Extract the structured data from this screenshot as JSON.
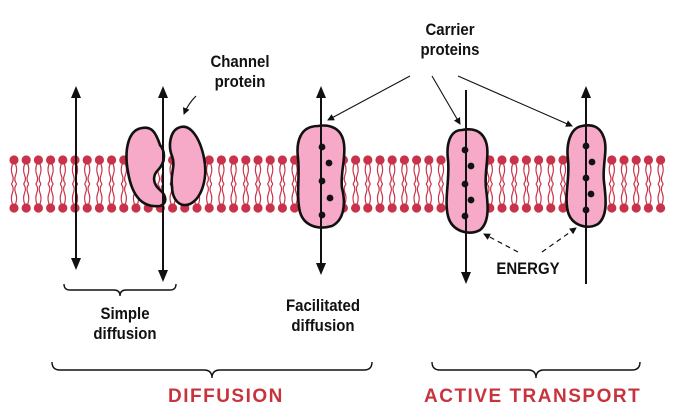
{
  "labels": {
    "channel_protein": [
      "Channel",
      "protein"
    ],
    "carrier_proteins": [
      "Carrier",
      "proteins"
    ],
    "simple_diffusion": [
      "Simple",
      "diffusion"
    ],
    "facilitated_diffusion": [
      "Facilitated",
      "diffusion"
    ],
    "energy": "ENERGY",
    "diffusion": "DIFFUSION",
    "active_transport": "ACTIVE TRANSPORT"
  },
  "colors": {
    "lipid": "#c8334a",
    "protein_fill": "#f6aac8",
    "outline": "#111111",
    "section_title": "#c8343e"
  },
  "icons": {
    "arrow": "arrow-icon",
    "carrier": "carrier-protein-icon",
    "channel": "channel-protein-icon"
  }
}
